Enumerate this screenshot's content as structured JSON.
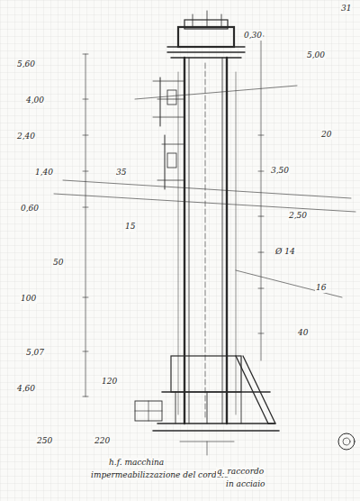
{
  "diagram": {
    "labels": [
      "31",
      "5,60",
      "4,00",
      "2,40",
      "1,40",
      "0,60",
      "50",
      "100",
      "5,07",
      "4,60",
      "35",
      "15",
      "120",
      "220",
      "250",
      "3,50",
      "2,50",
      "Ø 14",
      "16",
      "40",
      "20",
      "5,00",
      "0,30",
      "h.f. macchina",
      "impermeabilizzazione del cordolo",
      "q. raccordo",
      "in acciaio"
    ]
  }
}
